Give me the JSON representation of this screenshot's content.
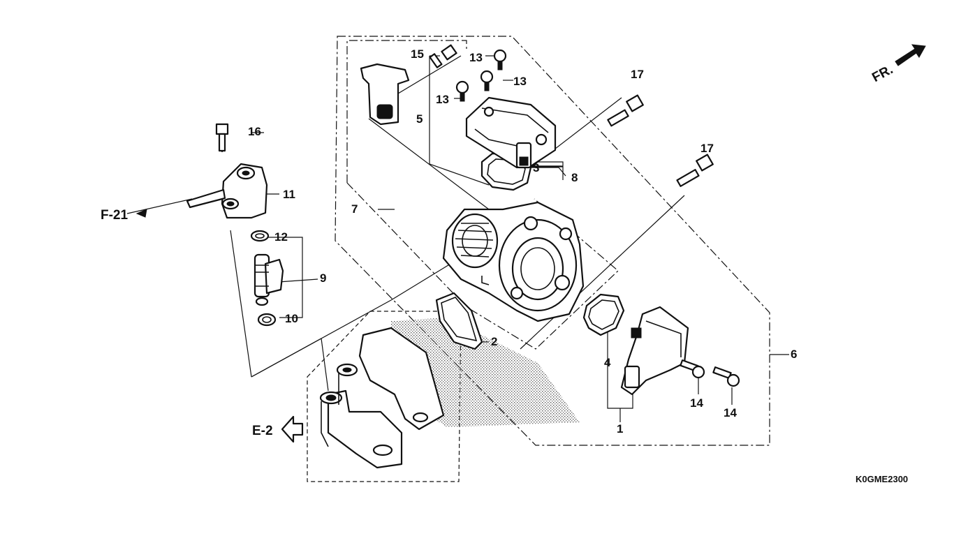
{
  "diagram": {
    "figure_code": "K0GME2300",
    "front_marker": "FR.",
    "references": {
      "f21": "F-21",
      "e2": "E-2"
    },
    "callouts": {
      "c1": "1",
      "c2": "2",
      "c3": "3",
      "c4": "4",
      "c5": "5",
      "c6": "6",
      "c7": "7",
      "c8": "8",
      "c9": "9",
      "c10": "10",
      "c11": "11",
      "c12": "12",
      "c13a": "13",
      "c13b": "13",
      "c13c": "13",
      "c14a": "14",
      "c14b": "14",
      "c15": "15",
      "c16": "16",
      "c17a": "17",
      "c17b": "17"
    },
    "colors": {
      "ink": "#111111",
      "paper": "#ffffff"
    }
  }
}
